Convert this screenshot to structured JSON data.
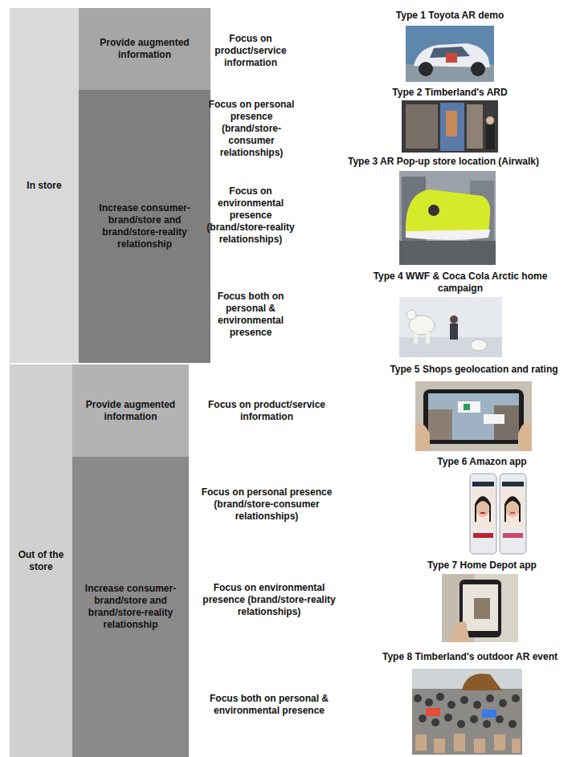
{
  "diagram": {
    "nodes": [
      {
        "text": [
          "In store"
        ]
      },
      {
        "text": [
          "Provide augmented information"
        ],
        "in": 0
      },
      {
        "text": [
          "Increase consumer-brand/store and brand/store-reality relationship"
        ],
        "in": 0
      },
      {
        "text": [
          "Out of the store"
        ]
      },
      {
        "text": [
          "Provide augmented information"
        ],
        "in": 3
      },
      {
        "text": [
          "Increase consumer-brand/store and brand/store-reality relationship"
        ],
        "in": 3
      }
    ],
    "edges": [],
    "labels": [
      "Type 1 Toyota AR demo",
      "Focus on product/service information",
      "Type 2 Timberland's ARD",
      "Focus on personal presence (brand/store-consumer relationships)",
      "Type 3 AR Pop-up store location (Airwalk)",
      "Focus on environmental presence (brand/store-reality relationships)",
      "Type 4 WWF & Coca Cola Arctic home campaign",
      "Focus both on personal & environmental presence",
      "Type 5 Shops geolocation and rating",
      "Focus on product/service information",
      "Type 6 Amazon app",
      "Focus on personal presence (brand/store-consumer relationships)",
      "Type 7 Home Depot app",
      "Focus on environmental presence (brand/store-reality relationships)",
      "Type 8 Timberland's outdoor AR event",
      "Focus both on personal & environmental presence"
    ]
  }
}
